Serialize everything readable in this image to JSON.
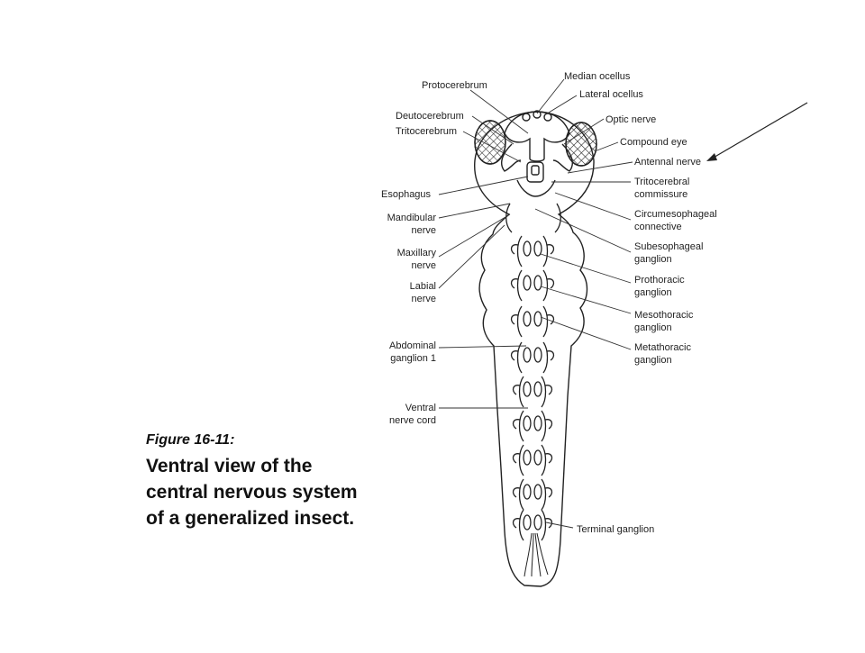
{
  "labels": {
    "median_ocellus": "Median ocellus",
    "protocerebrum": "Protocerebrum",
    "lateral_ocellus": "Lateral ocellus",
    "deutocerebrum": "Deutocerebrum",
    "optic_nerve": "Optic nerve",
    "tritocerebrum": "Tritocerebrum",
    "compound_eye": "Compound eye",
    "antennal_nerve": "Antennal nerve",
    "esophagus": "Esophagus",
    "tritocerebral_commissure": "Tritocerebral\ncommissure",
    "mandibular_nerve": "Mandibular\nnerve",
    "circumesophageal_connective": "Circumesophageal\nconnective",
    "maxillary_nerve": "Maxillary\nnerve",
    "subesophageal_ganglion": "Subesophageal\nganglion",
    "labial_nerve": "Labial\nnerve",
    "prothoracic_ganglion": "Prothoracic\nganglion",
    "mesothoracic_ganglion": "Mesothoracic\nganglion",
    "abdominal_ganglion_1": "Abdominal\nganglion 1",
    "metathoracic_ganglion": "Metathoracic\nganglion",
    "ventral_nerve_cord": "Ventral\nnerve cord",
    "terminal_ganglion": "Terminal ganglion"
  },
  "caption": {
    "figure_number": "Figure 16-11:",
    "text": "Ventral view of the\ncentral nervous system\nof a generalized insect."
  }
}
